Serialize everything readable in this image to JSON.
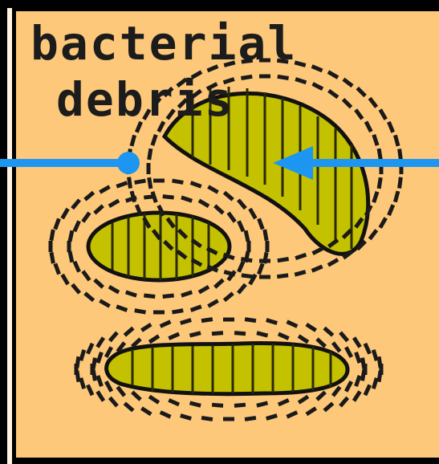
{
  "diagram": {
    "label_line1": "bacterial",
    "label_line2": "debris",
    "colors": {
      "background": "#fdc87a",
      "bacterium_fill": "#c4c100",
      "bacterium_stroke": "#111111",
      "debris": "#1a1a1a",
      "arrow": "#1c96f0",
      "border": "#000000"
    },
    "elements": {
      "arrow_left": "arrow",
      "arrow_right": "arrow",
      "bacterium_large": "bacterium",
      "bacterium_middle": "bacterium",
      "bacterium_bottom": "bacterium"
    }
  }
}
